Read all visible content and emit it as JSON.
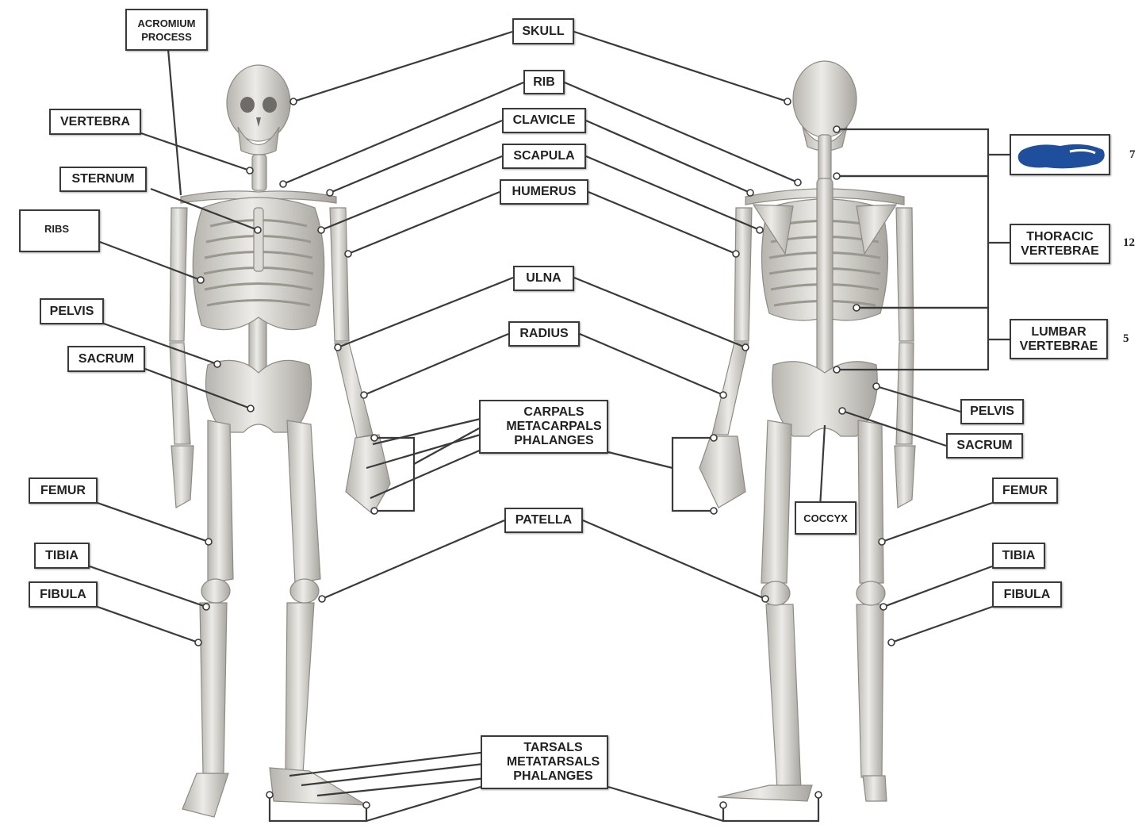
{
  "labels": {
    "acromium_1": "ACROMIUM",
    "acromium_2": "PROCESS",
    "skull": "SKULL",
    "rib": "RIB",
    "clavicle": "CLAVICLE",
    "scapula": "SCAPULA",
    "humerus": "HUMERUS",
    "ulna": "ULNA",
    "radius": "RADIUS",
    "carpals": "CARPALS",
    "metacarpals": "METACARPALS",
    "hand_phalanges": "PHALANGES",
    "patella": "PATELLA",
    "tarsals": "TARSALS",
    "metatarsals": "METATARSALS",
    "foot_phalanges": "PHALANGES",
    "vertebra": "VERTEBRA",
    "sternum": "STERNUM",
    "ribs": "RIBS",
    "pelvis_left": "PELVIS",
    "sacrum_left": "SACRUM",
    "femur_left": "FEMUR",
    "tibia_left": "TIBIA",
    "fibula_left": "FIBULA",
    "thoracic_1": "THORACIC",
    "thoracic_2": "VERTEBRAE",
    "lumbar_1": "LUMBAR",
    "lumbar_2": "VERTEBRAE",
    "pelvis_right": "PELVIS",
    "sacrum_right": "SACRUM",
    "coccyx": "COCCYX",
    "femur_right": "FEMUR",
    "tibia_right": "TIBIA",
    "fibula_right": "FIBULA"
  },
  "counts": {
    "cervical": "7",
    "thoracic": "12",
    "lumbar": "5"
  },
  "colors": {
    "bone": "#e6e4df",
    "bone_shade": "#a9a6a0",
    "line": "#3a3a3a",
    "redaction": "#1f4e9c"
  }
}
